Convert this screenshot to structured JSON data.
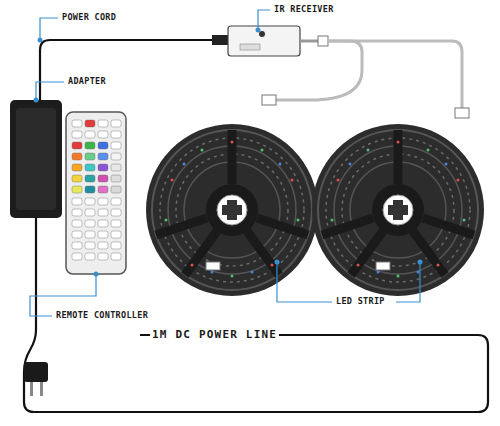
{
  "diagram": {
    "labels": [
      "POWER CORD",
      "IR RECEIVER",
      "ADAPTER",
      "REMOTE CONTROLLER",
      "LED STRIP",
      "1M DC POWER LINE"
    ]
  }
}
